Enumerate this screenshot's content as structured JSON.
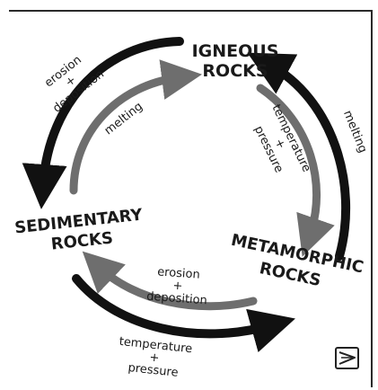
{
  "rocks": {
    "igneous_1": "IGNEOUS",
    "igneous_2": "ROCKS",
    "sedimentary_1": "SEDIMENTARY",
    "sedimentary_2": "ROCKS",
    "metamorphic_1": "METAMORPHIC",
    "metamorphic_2": "ROCKS"
  },
  "processes": {
    "erosion_outer_1": "erosion",
    "erosion_outer_2": "+",
    "erosion_outer_3": "deposition",
    "melting_inner": "melting",
    "melting_outer": "melting",
    "tp_inner_1": "temperature",
    "tp_inner_2": "+",
    "tp_inner_3": "pressure",
    "erosion_inner_1": "erosion",
    "erosion_inner_2": "+",
    "erosion_inner_3": "deposition",
    "tp_outer_1": "temperature",
    "tp_outer_2": "+",
    "tp_outer_3": "pressure"
  },
  "colors": {
    "outer_arrow": "#111111",
    "inner_arrow": "#6e6e6e",
    "text": "#1a1a1a"
  }
}
